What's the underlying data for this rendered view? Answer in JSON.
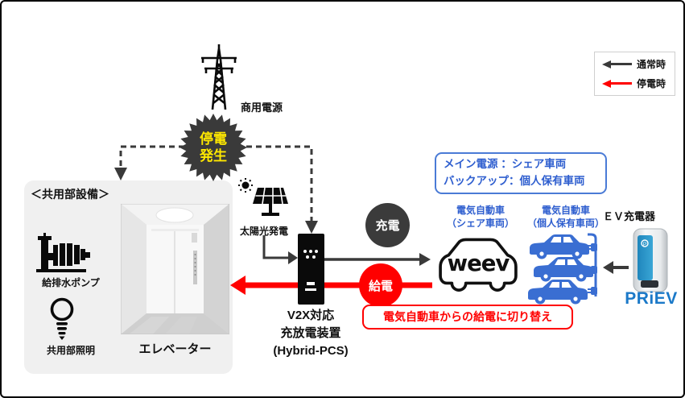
{
  "colors": {
    "accent_red": "#ff0000",
    "dark_gray": "#3a3a3a",
    "blue_text": "#2e5ecf",
    "blue_border": "#4a7bd6",
    "car_blue": "#3a6ed2",
    "charger_panel_blue": "#2494c8",
    "priev_blue": "#1b79c8",
    "burst_yellow": "#ffe800"
  },
  "legend": {
    "normal": "通常時",
    "outage": "停電時"
  },
  "grid_power": {
    "label": "商用電源"
  },
  "outage_burst": {
    "line1": "停電",
    "line2": "発生"
  },
  "common_area": {
    "title": "＜共用部設備＞",
    "pump_label": "給排水ポンプ",
    "lighting_label": "共用部照明",
    "elevator_label": "エレベーター"
  },
  "solar": {
    "label": "太陽光発電"
  },
  "v2x": {
    "line1": "V2X対応",
    "line2": "充放電装置",
    "line3": "(Hybrid-PCS)"
  },
  "flows": {
    "charge": "充電",
    "supply": "給電"
  },
  "power_plan": {
    "line1": "メイン電源 ：シェア車両",
    "line2": "バックアップ：個人保有車両"
  },
  "ev_share": {
    "title_line1": "電気自動車",
    "title_line2": "（シェア車両）",
    "logo": "weev"
  },
  "ev_private": {
    "title_line1": "電気自動車",
    "title_line2": "（個人保有車両）"
  },
  "ev_charger": {
    "label": "ＥＶ充電器",
    "brand": "PRiEV"
  },
  "switch_note": {
    "text": "電気自動車からの給電に切り替え"
  }
}
